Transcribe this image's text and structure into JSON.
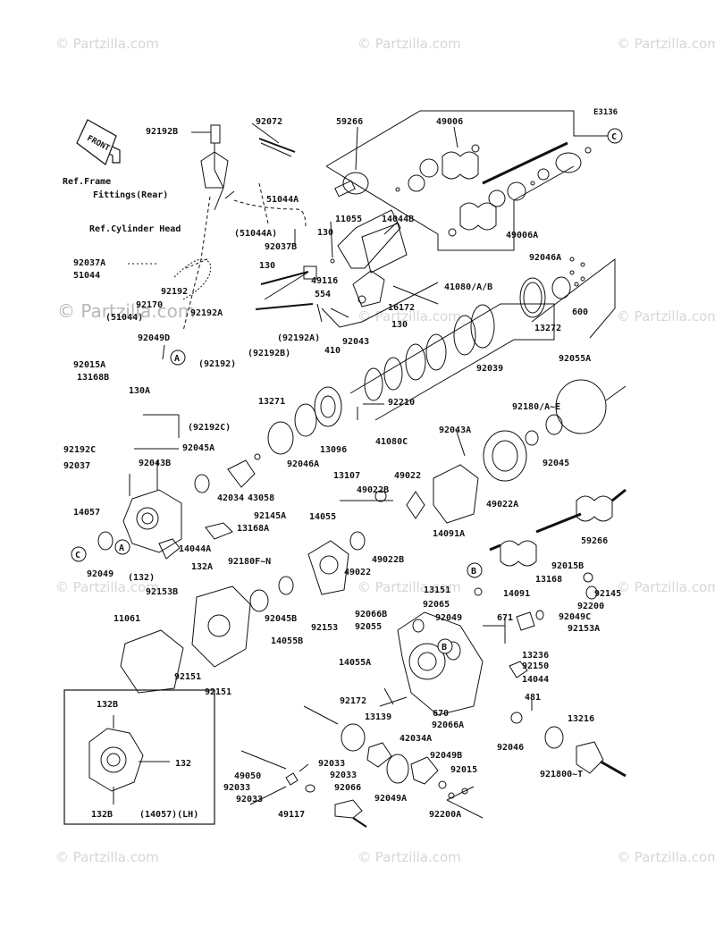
{
  "diagram_code": "E3136",
  "front_label": "FRONT",
  "watermark": "© Partzilla.com",
  "callouts": [
    "A",
    "B",
    "C"
  ],
  "labels": {
    "p92192B": "92192B",
    "p92072": "92072",
    "p59266top": "59266",
    "p49006": "49006",
    "refFrame1": "Ref.Frame",
    "refFrame2": "Fittings(Rear)",
    "p51044A": "51044A",
    "p51044Ap": "(51044A)",
    "p11055": "11055",
    "p14044B": "14044B",
    "p92037B": "92037B",
    "p130a": "130",
    "p130b": "130",
    "p49006A": "49006A",
    "refCyl": "Ref.Cylinder Head",
    "p92037A": "92037A",
    "p51044": "51044",
    "p92192": "92192",
    "p92170": "92170",
    "p51044p": "(51044)",
    "p49116": "49116",
    "p554": "554",
    "p92192A": "92192A",
    "p16172": "16172",
    "p92192Ap": "(92192A)",
    "p130c": "130",
    "p410": "410",
    "p92043": "92043",
    "p92192p": "(92192)",
    "p92192Bp": "(92192B)",
    "p92046A_top": "92046A",
    "p41080AB": "41080/A/B",
    "p13272": "13272",
    "p600": "600",
    "p92049D": "92049D",
    "p92015A": "92015A",
    "p13168B": "13168B",
    "p130A": "130A",
    "p92039": "92039",
    "p92055A": "92055A",
    "p92210": "92210",
    "p13271": "13271",
    "p92192Cp": "(92192C)",
    "p92180AE": "92180/A~E",
    "p41080C": "41080C",
    "p92192C": "92192C",
    "p92045A": "92045A",
    "p13096": "13096",
    "p92046A": "92046A",
    "p92043A": "92043A",
    "p92045": "92045",
    "p92037": "92037",
    "p92043B": "92043B",
    "p13107": "13107",
    "p49022Bt": "49022B",
    "p49022t": "49022",
    "p42034": "42034",
    "p43058": "43058",
    "p49022A": "49022A",
    "p14057": "14057",
    "p92145A": "92145A",
    "p14055": "14055",
    "p13168A": "13168A",
    "p14091A": "14091A",
    "p59266": "59266",
    "p14044A": "14044A",
    "p49022B": "49022B",
    "p92049": "92049",
    "p132p": "(132)",
    "p132A": "132A",
    "p92180FN": "92180F~N",
    "p49022": "49022",
    "p92015B": "92015B",
    "p13168": "13168",
    "p92145": "92145",
    "p13151": "13151",
    "p14091": "14091",
    "p92153B": "92153B",
    "p92065": "92065",
    "p92200": "92200",
    "p671": "671",
    "p92049C": "92049C",
    "p11061": "11061",
    "p92045B": "92045B",
    "p92153": "92153",
    "p92066B": "92066B",
    "p92049b": "92049",
    "p92153A": "92153A",
    "p92055": "92055",
    "p14055B": "14055B",
    "p13236": "13236",
    "p14055A": "14055A",
    "p92150": "92150",
    "p92151a": "92151",
    "p92151b": "92151",
    "p14044": "14044",
    "p481": "481",
    "p92172": "92172",
    "p670": "670",
    "p132B_top": "132B",
    "p13139": "13139",
    "p92066A": "92066A",
    "p13216": "13216",
    "p42034A": "42034A",
    "p132": "132",
    "p92046": "92046",
    "p92033a": "92033",
    "p92049B": "92049B",
    "p49050": "49050",
    "p92033b": "92033",
    "p92015": "92015",
    "p921800T": "921800~T",
    "p92033c": "92033",
    "p92066": "92066",
    "p92033d": "92033",
    "p92049A": "92049A",
    "p49117": "49117",
    "p92200A": "92200A",
    "p132B_bot": "132B",
    "p14057LH": "(14057)(LH)"
  }
}
